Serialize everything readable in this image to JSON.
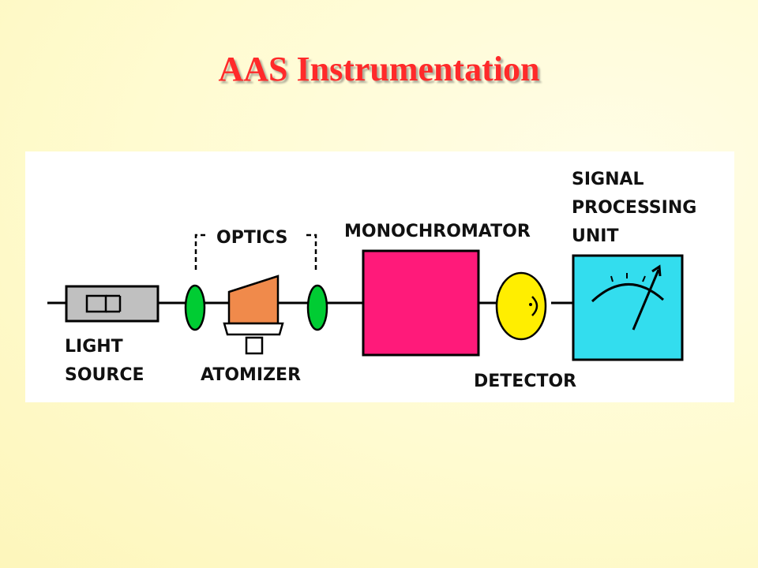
{
  "title": "AAS Instrumentation",
  "diagram": {
    "labels": {
      "light_source_1": "LIGHT",
      "light_source_2": "SOURCE",
      "optics": "OPTICS",
      "atomizer": "ATOMIZER",
      "monochromator": "MONOCHROMATOR",
      "detector": "DETECTOR",
      "signal_1": "SIGNAL",
      "signal_2": "PROCESSING",
      "signal_3": "UNIT"
    },
    "colors": {
      "title": "#ff2a2a",
      "lens": "#00cc33",
      "atomizer": "#f08a4b",
      "monochromator": "#ff1a7a",
      "detector": "#ffee00",
      "signal_unit": "#33ddee",
      "light_source": "#c0c0c0"
    }
  }
}
